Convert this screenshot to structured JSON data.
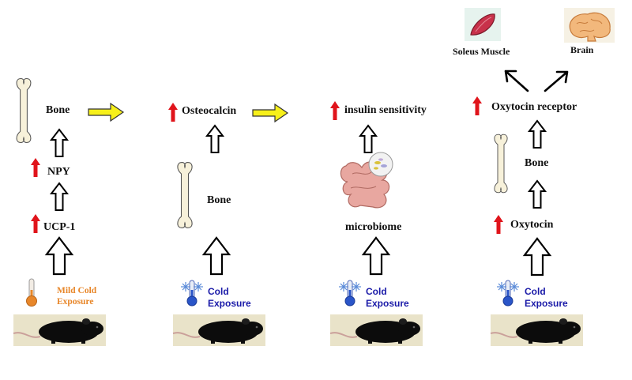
{
  "col1": {
    "bone": "Bone",
    "npy": "NPY",
    "ucp1": "UCP-1",
    "exposure_line1": "Mild Cold",
    "exposure_line2": "Exposure"
  },
  "col2": {
    "osteocalcin": "Osteocalcin",
    "bone": "Bone",
    "exposure_line1": "Cold",
    "exposure_line2": "Exposure"
  },
  "col3": {
    "insulin": "insulin sensitivity",
    "microbiome": "microbiome",
    "exposure_line1": "Cold",
    "exposure_line2": "Exposure"
  },
  "col4": {
    "muscle": "Soleus Muscle",
    "brain": "Brain",
    "receptor": "Oxytocin receptor",
    "bone": "Bone",
    "oxytocin": "Oxytocin",
    "exposure_line1": "Cold",
    "exposure_line2": "Exposure"
  },
  "colors": {
    "up_arrow": "#e0141b",
    "yellow_arrow": "#f7f01a",
    "cold_text": "#1a1aa8",
    "mild_text": "#e8872a"
  }
}
